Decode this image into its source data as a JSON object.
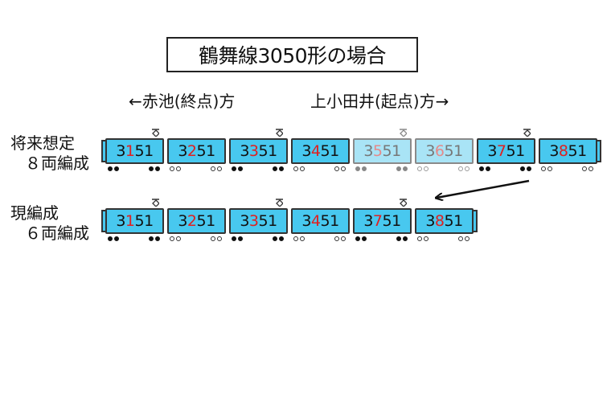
{
  "title": "鶴舞線3050形の場合",
  "direction_left": "←赤池(終点)方",
  "direction_right": "上小田井(起点)方→",
  "rows": [
    {
      "label_line1": "将来想定",
      "label_line2": "８両編成",
      "cars": [
        {
          "pre": "3",
          "hi": "1",
          "post": "51",
          "pantograph": true,
          "wheels": "motor",
          "faded": false
        },
        {
          "pre": "3",
          "hi": "2",
          "post": "51",
          "pantograph": false,
          "wheels": "trailer",
          "faded": false
        },
        {
          "pre": "3",
          "hi": "3",
          "post": "51",
          "pantograph": true,
          "wheels": "motor",
          "faded": false
        },
        {
          "pre": "3",
          "hi": "4",
          "post": "51",
          "pantograph": false,
          "wheels": "trailer",
          "faded": false
        },
        {
          "pre": "3",
          "hi": "5",
          "post": "51",
          "pantograph": true,
          "wheels": "motor",
          "faded": true
        },
        {
          "pre": "3",
          "hi": "6",
          "post": "51",
          "pantograph": false,
          "wheels": "trailer",
          "faded": true
        },
        {
          "pre": "3",
          "hi": "7",
          "post": "51",
          "pantograph": true,
          "wheels": "motor",
          "faded": false
        },
        {
          "pre": "3",
          "hi": "8",
          "post": "51",
          "pantograph": false,
          "wheels": "trailer",
          "faded": false
        }
      ]
    },
    {
      "label_line1": "現編成",
      "label_line2": "６両編成",
      "cars": [
        {
          "pre": "3",
          "hi": "1",
          "post": "51",
          "pantograph": true,
          "wheels": "motor",
          "faded": false
        },
        {
          "pre": "3",
          "hi": "2",
          "post": "51",
          "pantograph": false,
          "wheels": "trailer",
          "faded": false
        },
        {
          "pre": "3",
          "hi": "3",
          "post": "51",
          "pantograph": true,
          "wheels": "motor",
          "faded": false
        },
        {
          "pre": "3",
          "hi": "4",
          "post": "51",
          "pantograph": false,
          "wheels": "trailer",
          "faded": false
        },
        {
          "pre": "3",
          "hi": "7",
          "post": "51",
          "pantograph": true,
          "wheels": "motor",
          "faded": false
        },
        {
          "pre": "3",
          "hi": "8",
          "post": "51",
          "pantograph": false,
          "wheels": "trailer",
          "faded": false
        }
      ]
    }
  ],
  "colors": {
    "car_body": "#48c8ef",
    "car_body_faded": "#a9e4f6",
    "highlight_digit": "#e02020"
  },
  "icons": {
    "pantograph": "pantograph-icon",
    "arrow": "arrow-icon"
  }
}
